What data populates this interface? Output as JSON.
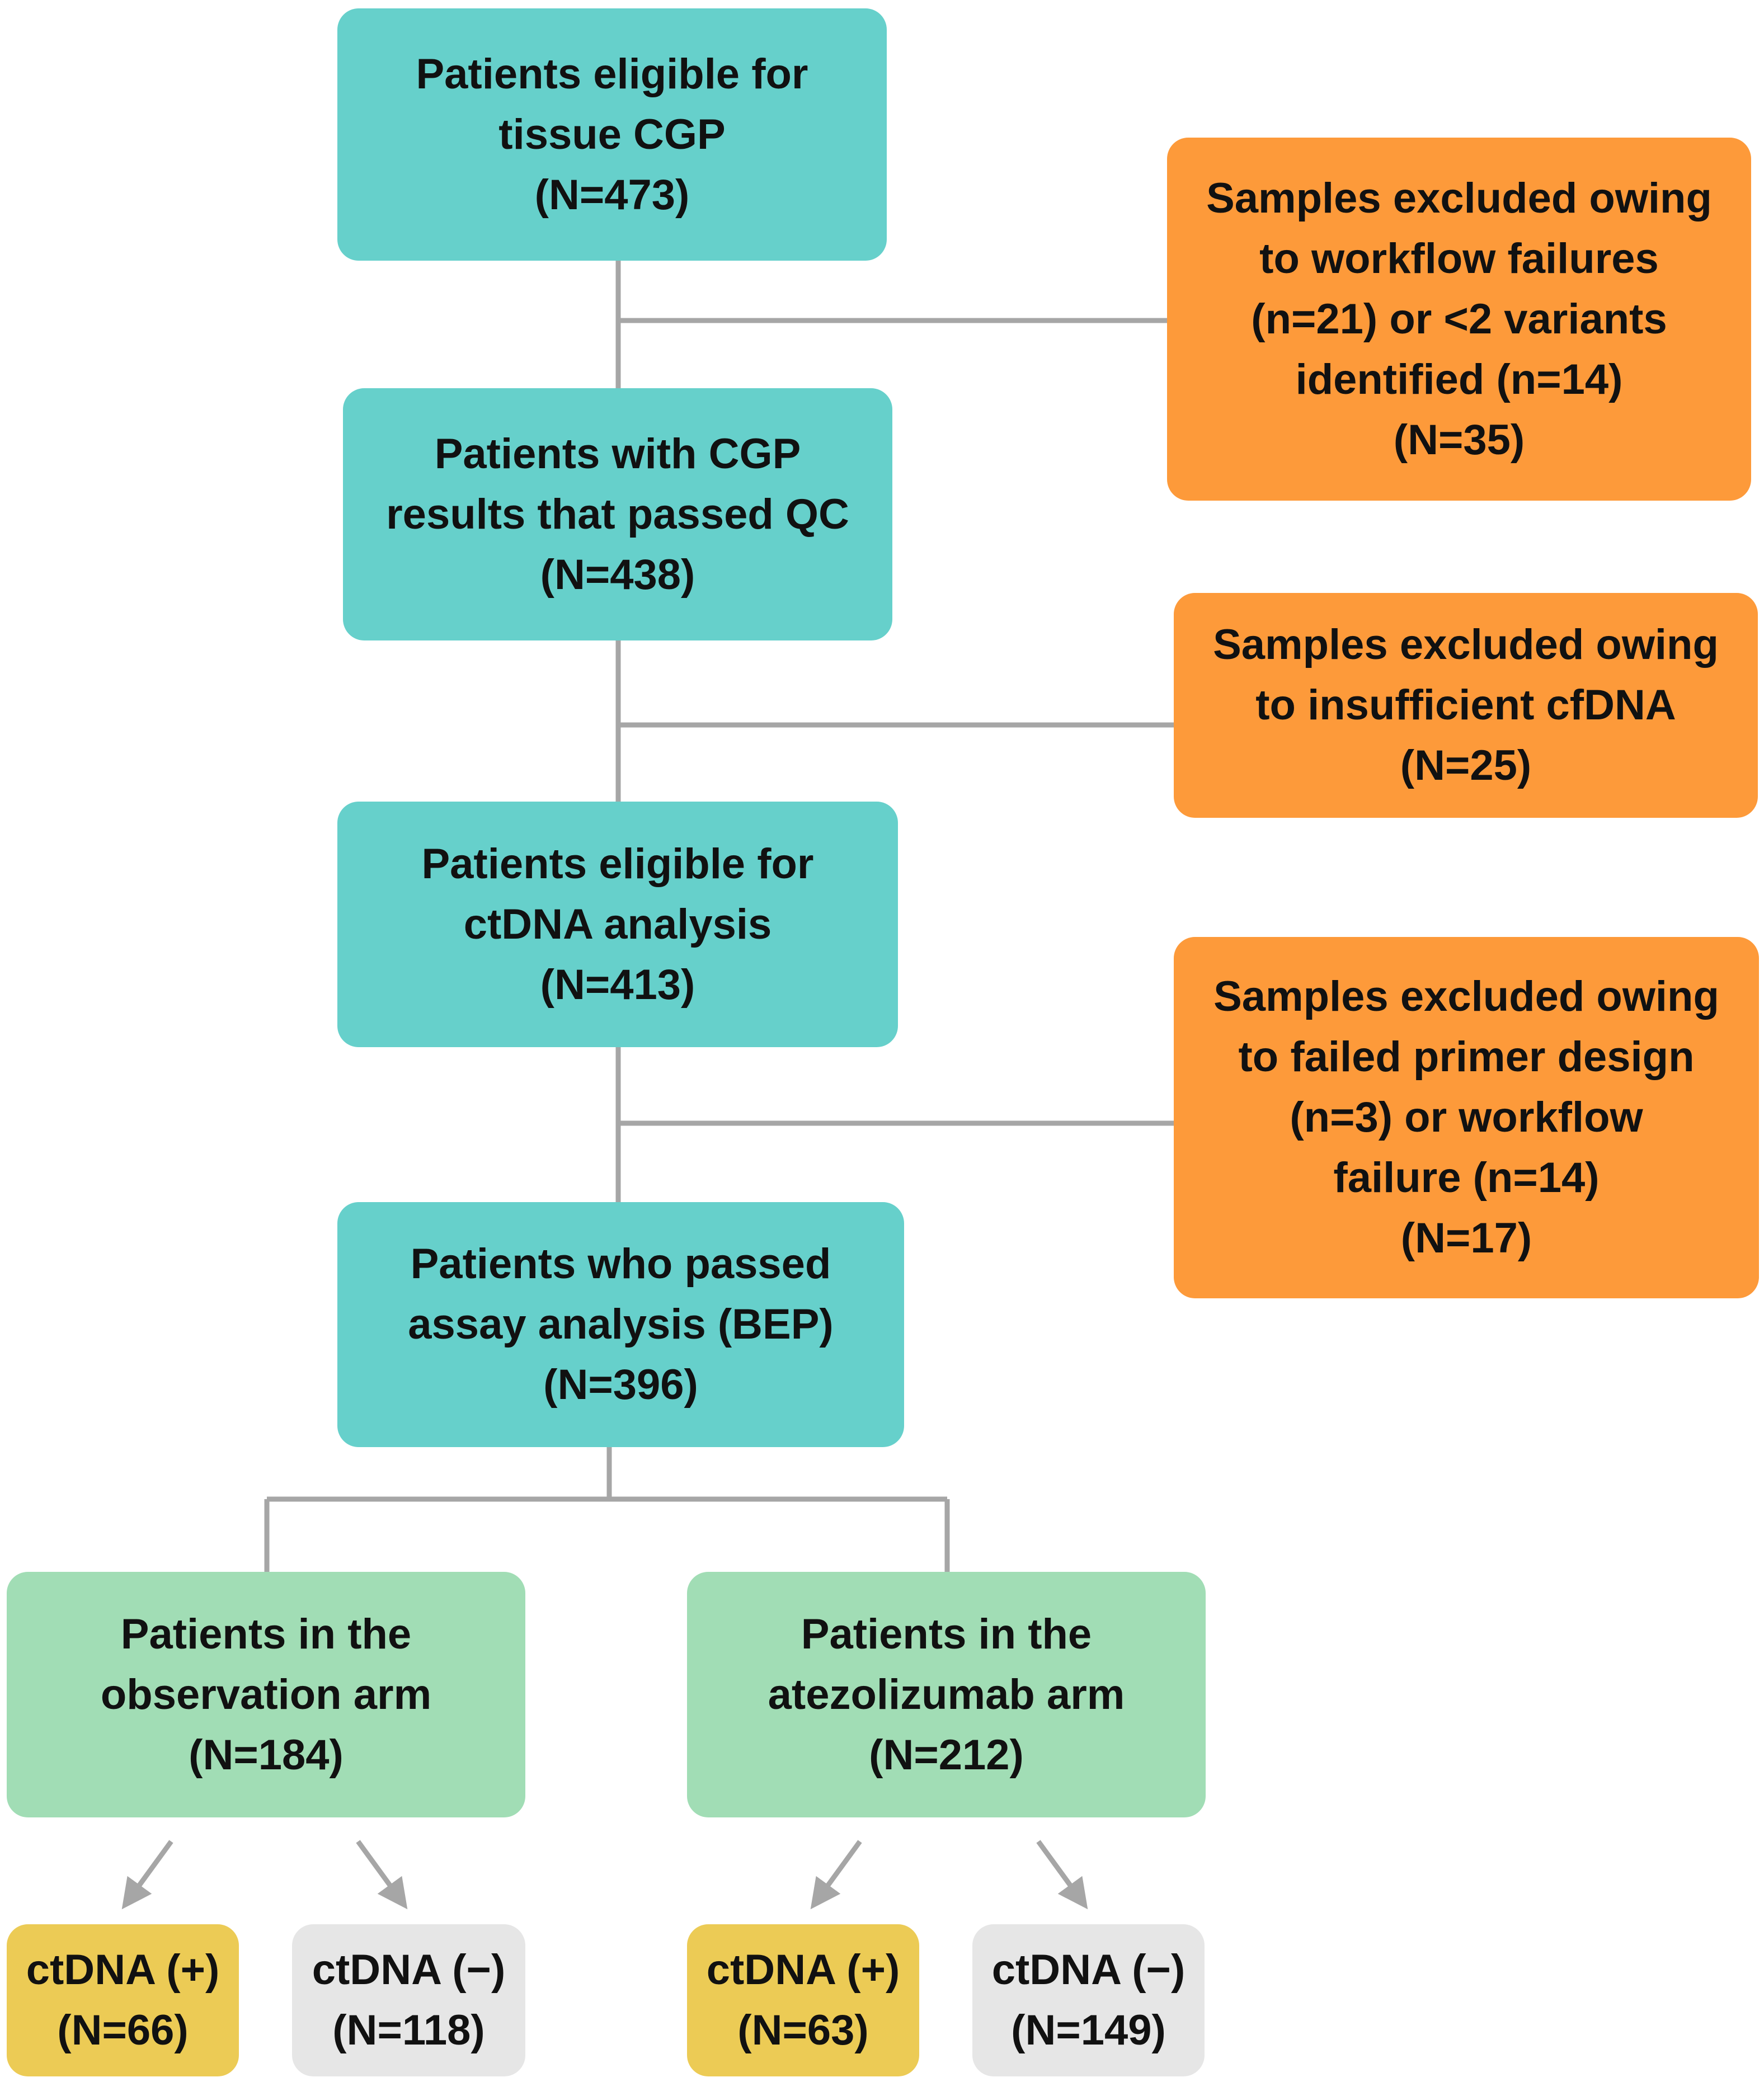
{
  "colors": {
    "main_flow": "#66d0cb",
    "exclusion": "#fd9a3a",
    "arm": "#a1ddb5",
    "ctdna_positive": "#eccb55",
    "ctdna_negative": "#e6e6e6",
    "connector": "#a6a6a6"
  },
  "main_flow": [
    {
      "lines": [
        "Patients eligible for",
        "tissue CGP",
        "(N=473)"
      ]
    },
    {
      "lines": [
        "Patients with CGP",
        "results that passed QC",
        "(N=438)"
      ]
    },
    {
      "lines": [
        "Patients eligible for",
        "ctDNA analysis",
        "(N=413)"
      ]
    },
    {
      "lines": [
        "Patients who passed",
        "assay analysis (BEP)",
        "(N=396)"
      ]
    }
  ],
  "exclusions": [
    {
      "lines": [
        "Samples excluded owing",
        "to workflow failures",
        "(n=21) or <2 variants",
        "identified (n=14)",
        "(N=35)"
      ]
    },
    {
      "lines": [
        "Samples excluded owing",
        "to insufficient cfDNA",
        "(N=25)"
      ]
    },
    {
      "lines": [
        "Samples excluded owing",
        "to failed primer design",
        "(n=3) or workflow",
        "failure (n=14)",
        "(N=17)"
      ]
    }
  ],
  "arms": [
    {
      "lines": [
        "Patients in the",
        "observation arm",
        "(N=184)"
      ]
    },
    {
      "lines": [
        "Patients in the",
        "atezolizumab arm",
        "(N=212)"
      ]
    }
  ],
  "ctdna_groups": [
    {
      "lines": [
        "ctDNA (+)",
        "(N=66)"
      ]
    },
    {
      "lines": [
        "ctDNA (−)",
        "(N=118)"
      ]
    },
    {
      "lines": [
        "ctDNA (+)",
        "(N=63)"
      ]
    },
    {
      "lines": [
        "ctDNA (−)",
        "(N=149)"
      ]
    }
  ]
}
